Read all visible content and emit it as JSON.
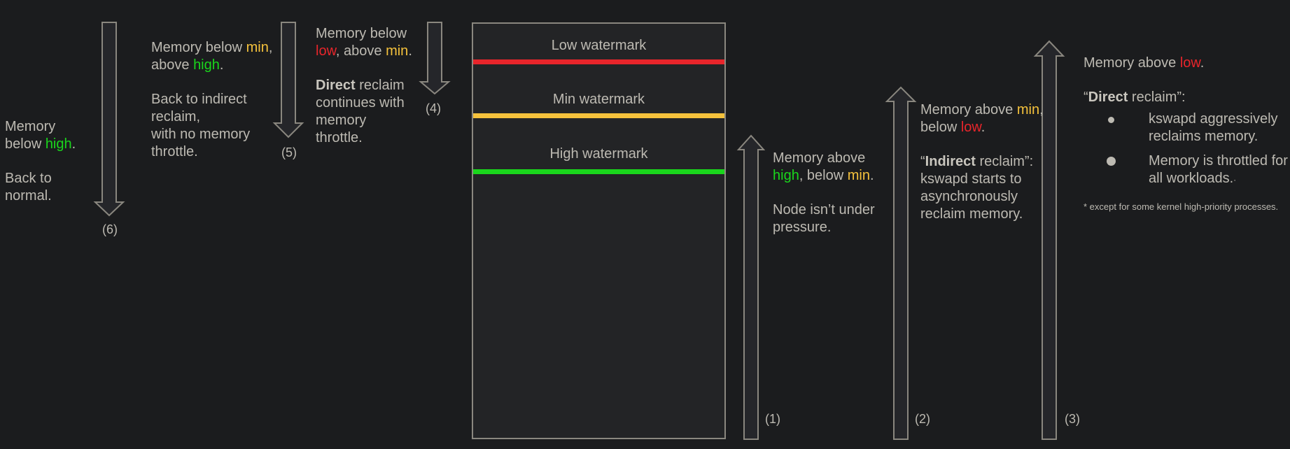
{
  "box": {
    "low_label": "Low watermark",
    "min_label": "Min watermark",
    "high_label": "High watermark",
    "colors": {
      "low": "#e8252b",
      "min": "#f5c23c",
      "high": "#1ad61c"
    }
  },
  "numbers": {
    "n1": "(1)",
    "n2": "(2)",
    "n3": "(3)",
    "n4": "(4)",
    "n5": "(5)",
    "n6": "(6)"
  },
  "s1": {
    "a": "Memory above ",
    "high": "high",
    "b": ", below ",
    "min": "min",
    "c": ".",
    "line2": "Node isn’t under pressure."
  },
  "s2": {
    "a": "Memory above ",
    "min": "min",
    "b": ", below ",
    "low": "low",
    "c": ".",
    "q_open": "“",
    "bold": "Indirect",
    "q_rest": " reclaim”:",
    "body": "kswapd starts to asynchronously reclaim memory."
  },
  "s3": {
    "a": "Memory above ",
    "low": "low",
    "c": ".",
    "q_open": "“",
    "bold": "Direct",
    "q_rest": " reclaim”:",
    "bullets": [
      "kswapd aggressively reclaims memory.",
      "Memory is throttled for all workloads."
    ],
    "mark": "·",
    "footnote": "* except for some kernel high-priority processes."
  },
  "s4": {
    "a": "Memory below ",
    "low": "low",
    "b": ", above ",
    "min": "min",
    "c": ".",
    "bold": "Direct",
    "rest": " reclaim continues with memory throttle."
  },
  "s5": {
    "a": "Memory below ",
    "min": "min",
    "b": ",",
    "c": "above ",
    "high": "high",
    "d": ".",
    "line2": "Back to indirect reclaim,",
    "line3": "with no memory throttle."
  },
  "s6": {
    "a": "Memory",
    "b": "below ",
    "high": "high",
    "c": ".",
    "d": "Back to",
    "e": "normal."
  }
}
